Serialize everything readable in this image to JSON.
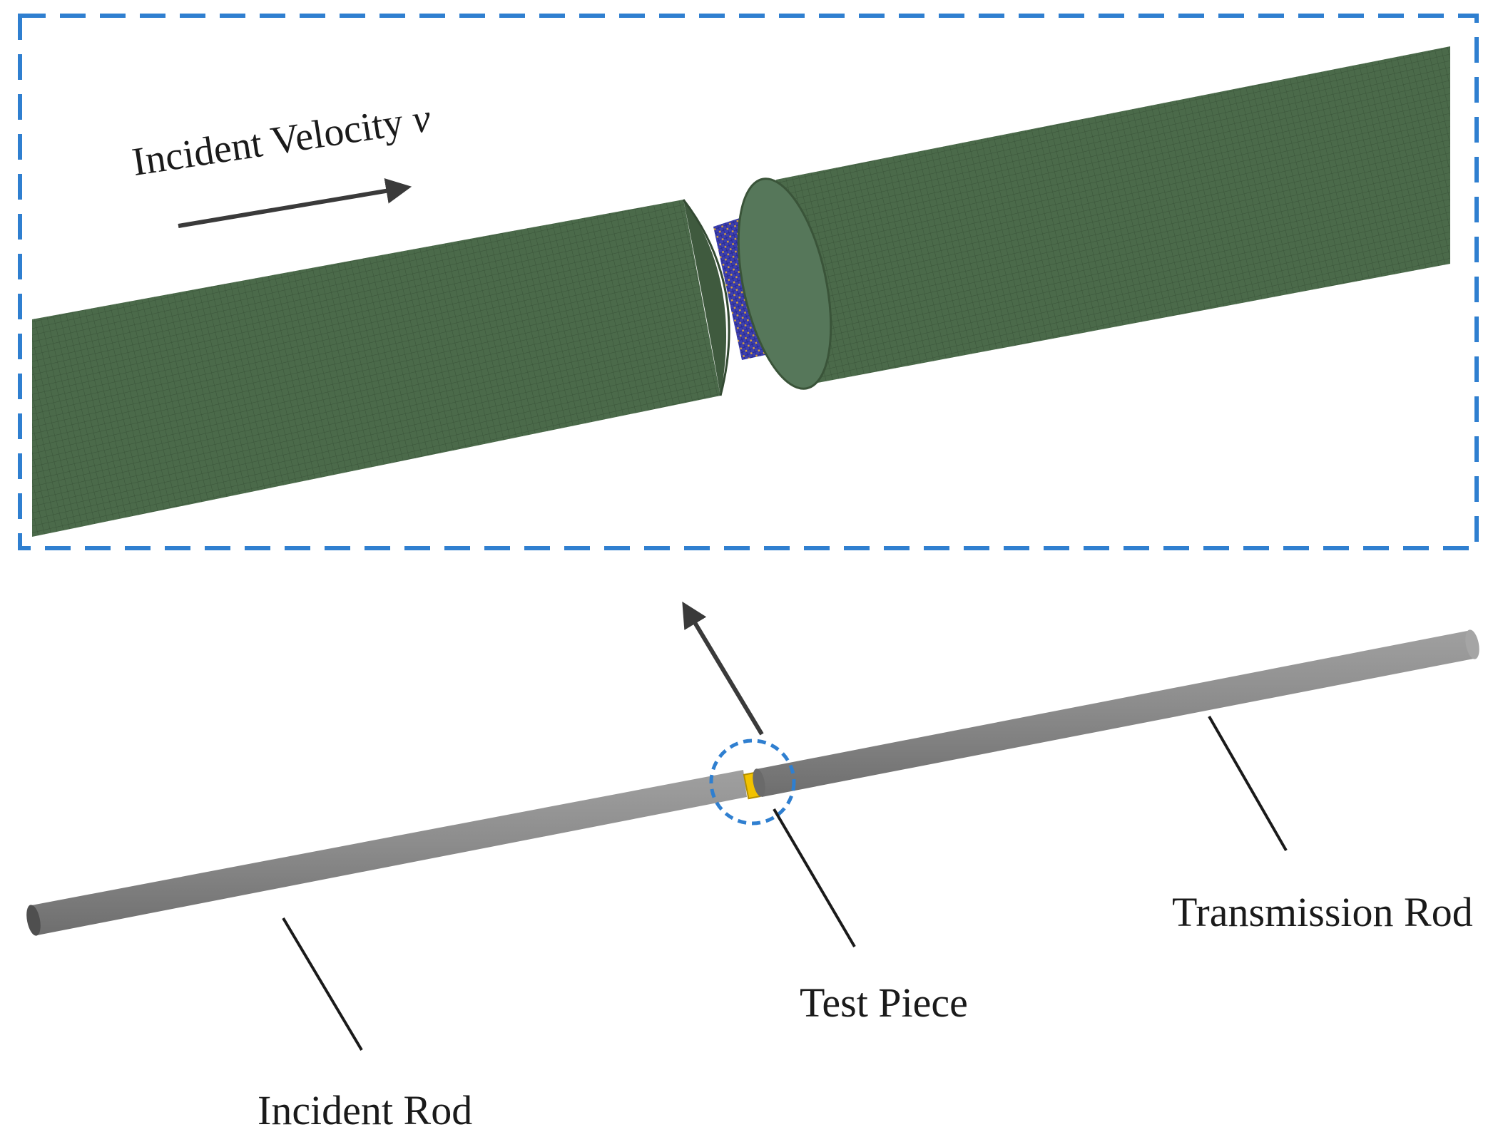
{
  "labels": {
    "incident_velocity": "Incident Velocity",
    "velocity_symbol": "v",
    "transmission_rod": "Transmission Rod",
    "test_piece": "Test Piece",
    "incident_rod": "Incident Rod"
  },
  "colors": {
    "detail_frame": "#2f7fd0",
    "rod_mesh_green": "#4d6b4c",
    "rod_grey": "#8a8a8a",
    "specimen_mesh_blue": "#3d3fb0",
    "specimen_mesh_orange": "#d8a23a",
    "specimen_yellow": "#f2c200",
    "arrow": "#3a3a3a"
  }
}
